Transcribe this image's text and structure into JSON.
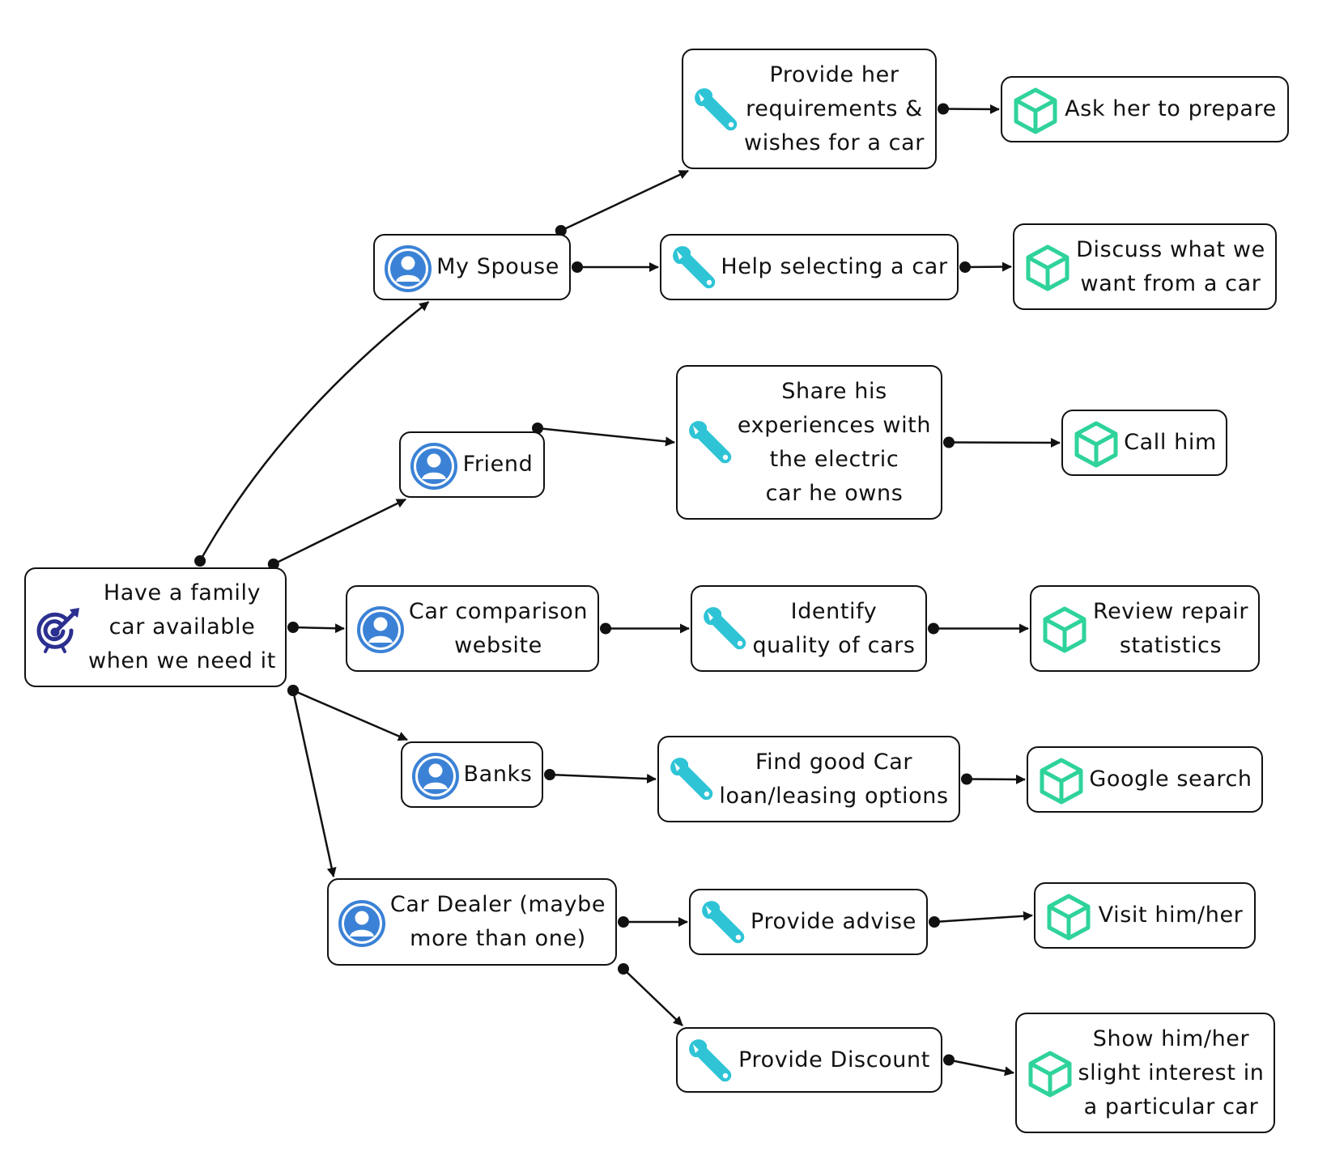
{
  "colors": {
    "line": "#111111",
    "goal_icon": "#2b2f8f",
    "actor_icon": "#3b82d6",
    "tool_icon": "#2ec4d6",
    "deliverable_icon": "#2fd39a"
  },
  "goal": {
    "label": "Have a family\ncar available\nwhen we need it",
    "icon": "target-icon"
  },
  "actors": [
    {
      "id": "spouse",
      "label": "My Spouse",
      "icon": "user-icon"
    },
    {
      "id": "friend",
      "label": "Friend",
      "icon": "user-icon"
    },
    {
      "id": "website",
      "label": "Car comparison\nwebsite",
      "icon": "user-icon"
    },
    {
      "id": "banks",
      "label": "Banks",
      "icon": "user-icon"
    },
    {
      "id": "dealer",
      "label": "Car Dealer (maybe\nmore than one)",
      "icon": "user-icon"
    }
  ],
  "impacts": [
    {
      "id": "req",
      "label": "Provide her\nrequirements &\nwishes for a car",
      "icon": "wrench-icon"
    },
    {
      "id": "help",
      "label": "Help selecting a car",
      "icon": "wrench-icon"
    },
    {
      "id": "share",
      "label": "Share his\nexperiences with\nthe electric\ncar he owns",
      "icon": "wrench-icon"
    },
    {
      "id": "quality",
      "label": "Identify\nquality of cars",
      "icon": "wrench-icon"
    },
    {
      "id": "loan",
      "label": "Find good Car\nloan/leasing options",
      "icon": "wrench-icon"
    },
    {
      "id": "advise",
      "label": "Provide advise",
      "icon": "wrench-icon"
    },
    {
      "id": "discount",
      "label": "Provide Discount",
      "icon": "wrench-icon"
    }
  ],
  "deliverables": [
    {
      "id": "prepare",
      "label": "Ask her to prepare",
      "icon": "cube-icon"
    },
    {
      "id": "discuss",
      "label": "Discuss what we\nwant from a car",
      "icon": "cube-icon"
    },
    {
      "id": "call",
      "label": "Call him",
      "icon": "cube-icon"
    },
    {
      "id": "review",
      "label": "Review repair\nstatistics",
      "icon": "cube-icon"
    },
    {
      "id": "google",
      "label": "Google search",
      "icon": "cube-icon"
    },
    {
      "id": "visit",
      "label": "Visit him/her",
      "icon": "cube-icon"
    },
    {
      "id": "show",
      "label": "Show him/her\nslight interest in\na particular car",
      "icon": "cube-icon"
    }
  ],
  "links": [
    [
      "goal",
      "spouse"
    ],
    [
      "goal",
      "friend"
    ],
    [
      "goal",
      "website"
    ],
    [
      "goal",
      "banks"
    ],
    [
      "goal",
      "dealer"
    ],
    [
      "spouse",
      "req"
    ],
    [
      "spouse",
      "help"
    ],
    [
      "friend",
      "share"
    ],
    [
      "website",
      "quality"
    ],
    [
      "banks",
      "loan"
    ],
    [
      "dealer",
      "advise"
    ],
    [
      "dealer",
      "discount"
    ],
    [
      "req",
      "prepare"
    ],
    [
      "help",
      "discuss"
    ],
    [
      "share",
      "call"
    ],
    [
      "quality",
      "review"
    ],
    [
      "loan",
      "google"
    ],
    [
      "advise",
      "visit"
    ],
    [
      "discount",
      "show"
    ]
  ]
}
